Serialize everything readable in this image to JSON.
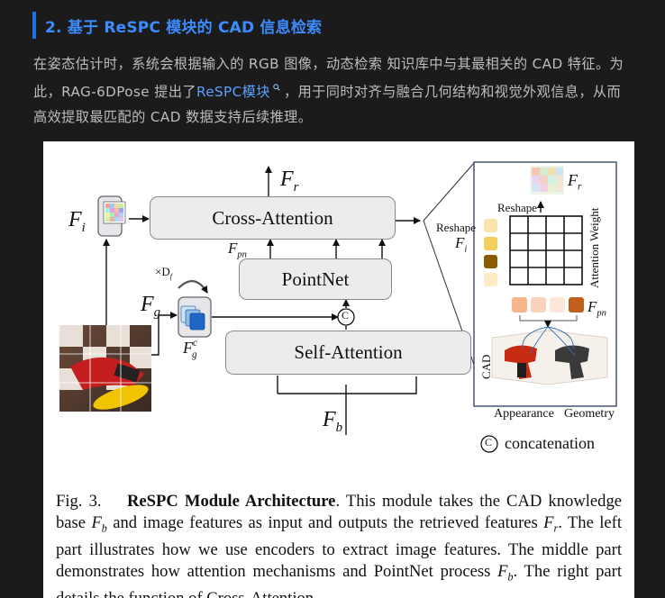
{
  "section": {
    "heading": "2. 基于 ReSPC 模块的 CAD 信息检索",
    "para_part1": "在姿态估计时，系统会根据输入的 RGB 图像，动态检索 知识库中与其最相关的 CAD 特征。为此，RAG-6DPose 提出了",
    "link_text": "ReSPC模块",
    "link_icon": "search-icon",
    "para_part2": "，用于同时对齐与融合几何结构和视觉外观信息，从而高效提取最匹配的 CAD 数据支持后续推理。"
  },
  "figure": {
    "cross_attention": "Cross-Attention",
    "pointnet": "PointNet",
    "self_attention": "Self-Attention",
    "reshape_top": "Reshape",
    "reshape_left": "Reshape",
    "attention_weight": "Attention Weight",
    "cad_label": "CAD",
    "appearance": "Appearance",
    "geometry": "Geometry",
    "concat_symbol": "C",
    "concatenation": "concatenation",
    "times_df": "×D",
    "times_df_sub": "f",
    "f_r": "F",
    "f_r_sub": "r",
    "f_i": "F",
    "f_i_sub": "i",
    "f_pn": "F",
    "f_pn_sub": "pn",
    "f_g": "F",
    "f_g_sub": "g",
    "f_gc": "F",
    "f_gc_sub": "g",
    "f_gc_sup": "c",
    "f_b": "F",
    "f_b_sub": "b"
  },
  "caption": {
    "prefix": "Fig. 3.",
    "title": "ReSPC Module Architecture",
    "s1": ". This module takes the CAD knowledge base ",
    "fb": "F",
    "fb_sub": "b",
    "s2": " and image features as input and outputs the retrieved features ",
    "fr": "F",
    "fr_sub": "r",
    "s3": ". The left part illustrates how we use encoders to extract image features. The middle part demonstrates how attention mechanisms and PointNet process ",
    "fb2": "F",
    "fb2_sub": "b",
    "s4": ". The right part details the function of Cross-Attention,"
  },
  "colors": {
    "heading_accent": "#1f6fe8",
    "link": "#5aa0ff",
    "box_fill": "#ececef",
    "right_panel_border": "#2a3a5a"
  }
}
